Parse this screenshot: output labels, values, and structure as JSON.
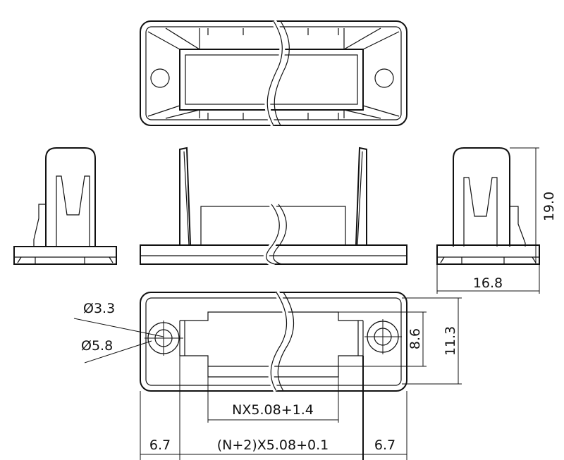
{
  "dimensions": {
    "hole_inner_diameter": "Ø3.3",
    "hole_outer_diameter": "Ø5.8",
    "cavity_height": "8.6",
    "inner_height": "11.3",
    "overall_height": "19.0",
    "side_width": "16.8",
    "pitch_span": "NX5.08+1.4",
    "flange_left": "6.7",
    "total_span": "(N+2)X5.08+0.1",
    "flange_right": "6.7"
  },
  "colors": {
    "line": "#111111",
    "background": "#ffffff"
  }
}
